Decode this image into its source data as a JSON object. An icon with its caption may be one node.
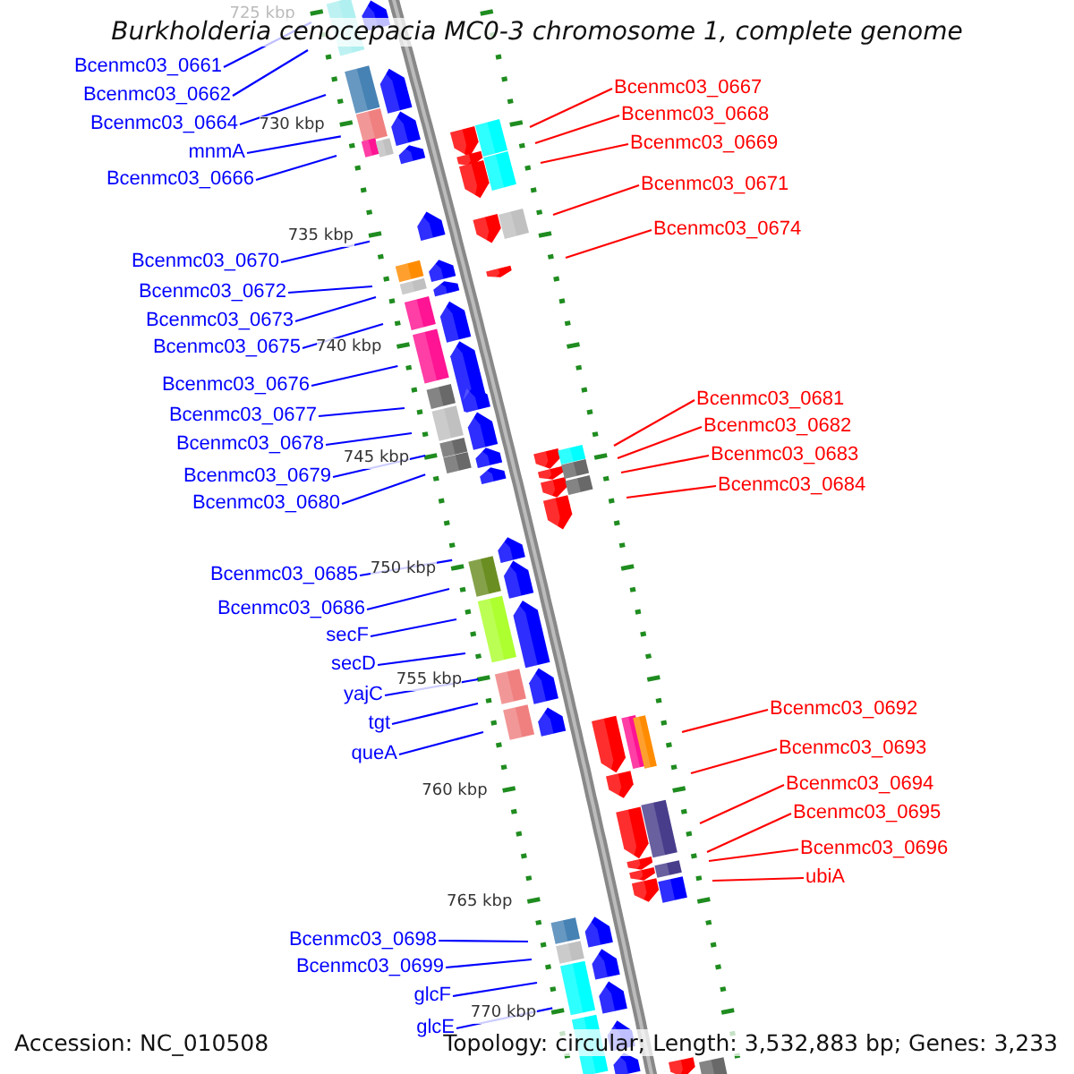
{
  "diagram": {
    "title": "Burkholderia cenocepacia MC0-3 chromosome 1, complete genome",
    "nodes": [
      {
        "text": [
          "Bcenmc03_0661"
        ]
      },
      {
        "text": [
          "Bcenmc03_0662"
        ]
      },
      {
        "text": [
          "Bcenmc03_0664"
        ]
      },
      {
        "text": [
          "mnmA"
        ]
      },
      {
        "text": [
          "Bcenmc03_0666"
        ]
      },
      {
        "text": [
          "Bcenmc03_0670"
        ]
      },
      {
        "text": [
          "Bcenmc03_0672"
        ]
      },
      {
        "text": [
          "Bcenmc03_0673"
        ]
      },
      {
        "text": [
          "Bcenmc03_0675"
        ]
      },
      {
        "text": [
          "Bcenmc03_0676"
        ]
      },
      {
        "text": [
          "Bcenmc03_0677"
        ]
      },
      {
        "text": [
          "Bcenmc03_0678"
        ]
      },
      {
        "text": [
          "Bcenmc03_0679"
        ]
      },
      {
        "text": [
          "Bcenmc03_0680"
        ]
      },
      {
        "text": [
          "Bcenmc03_0685"
        ]
      },
      {
        "text": [
          "Bcenmc03_0686"
        ]
      },
      {
        "text": [
          "secF"
        ]
      },
      {
        "text": [
          "secD"
        ]
      },
      {
        "text": [
          "yajC"
        ]
      },
      {
        "text": [
          "tgt"
        ]
      },
      {
        "text": [
          "queA"
        ]
      },
      {
        "text": [
          "Bcenmc03_0698"
        ]
      },
      {
        "text": [
          "Bcenmc03_0699"
        ]
      },
      {
        "text": [
          "glcF"
        ]
      },
      {
        "text": [
          "glcE"
        ]
      },
      {
        "text": [
          "Bcenmc03_0667"
        ]
      },
      {
        "text": [
          "Bcenmc03_0668"
        ]
      },
      {
        "text": [
          "Bcenmc03_0669"
        ]
      },
      {
        "text": [
          "Bcenmc03_0671"
        ]
      },
      {
        "text": [
          "Bcenmc03_0674"
        ]
      },
      {
        "text": [
          "Bcenmc03_0681"
        ]
      },
      {
        "text": [
          "Bcenmc03_0682"
        ]
      },
      {
        "text": [
          "Bcenmc03_0683"
        ]
      },
      {
        "text": [
          "Bcenmc03_0684"
        ]
      },
      {
        "text": [
          "Bcenmc03_0692"
        ]
      },
      {
        "text": [
          "Bcenmc03_0693"
        ]
      },
      {
        "text": [
          "Bcenmc03_0694"
        ]
      },
      {
        "text": [
          "Bcenmc03_0695"
        ]
      },
      {
        "text": [
          "Bcenmc03_0696"
        ]
      },
      {
        "text": [
          "ubiA"
        ]
      }
    ],
    "edges": [
      {
        "from": 0,
        "to": null,
        "arrow": "none"
      },
      {
        "from": 1,
        "to": null,
        "arrow": "none"
      },
      {
        "from": 2,
        "to": null,
        "arrow": "none"
      },
      {
        "from": 3,
        "to": null,
        "arrow": "none"
      },
      {
        "from": 4,
        "to": null,
        "arrow": "none"
      },
      {
        "from": 5,
        "to": null,
        "arrow": "none"
      },
      {
        "from": 6,
        "to": null,
        "arrow": "none"
      },
      {
        "from": 7,
        "to": null,
        "arrow": "none"
      },
      {
        "from": 8,
        "to": null,
        "arrow": "none"
      },
      {
        "from": 9,
        "to": null,
        "arrow": "none"
      },
      {
        "from": 10,
        "to": null,
        "arrow": "none"
      },
      {
        "from": 11,
        "to": null,
        "arrow": "none"
      },
      {
        "from": 12,
        "to": null,
        "arrow": "none"
      },
      {
        "from": 13,
        "to": null,
        "arrow": "none"
      },
      {
        "from": 14,
        "to": null,
        "arrow": "none"
      },
      {
        "from": 15,
        "to": null,
        "arrow": "none"
      },
      {
        "from": 16,
        "to": null,
        "arrow": "none"
      },
      {
        "from": 17,
        "to": null,
        "arrow": "none"
      },
      {
        "from": 18,
        "to": null,
        "arrow": "none"
      },
      {
        "from": 19,
        "to": null,
        "arrow": "none"
      },
      {
        "from": 20,
        "to": null,
        "arrow": "none"
      },
      {
        "from": 21,
        "to": null,
        "arrow": "none"
      },
      {
        "from": 22,
        "to": null,
        "arrow": "none"
      },
      {
        "from": 23,
        "to": null,
        "arrow": "none"
      },
      {
        "from": 24,
        "to": null,
        "arrow": "none"
      },
      {
        "from": 25,
        "to": null,
        "arrow": "none",
        "color": "#ff0000"
      },
      {
        "from": 26,
        "to": null,
        "arrow": "none",
        "color": "#ff0000"
      },
      {
        "from": 27,
        "to": null,
        "arrow": "none",
        "color": "#ff0000"
      },
      {
        "from": 28,
        "to": null,
        "arrow": "none",
        "color": "#ff0000"
      },
      {
        "from": 29,
        "to": null,
        "arrow": "none",
        "color": "#ff0000"
      },
      {
        "from": 30,
        "to": null,
        "arrow": "none",
        "color": "#ff0000"
      },
      {
        "from": 31,
        "to": null,
        "arrow": "none",
        "color": "#ff0000"
      },
      {
        "from": 32,
        "to": null,
        "arrow": "none",
        "color": "#ff0000"
      },
      {
        "from": 33,
        "to": null,
        "arrow": "none",
        "color": "#ff0000"
      },
      {
        "from": 34,
        "to": null,
        "arrow": "none",
        "color": "#ff0000"
      },
      {
        "from": 35,
        "to": null,
        "arrow": "none",
        "color": "#ff0000"
      },
      {
        "from": 36,
        "to": null,
        "arrow": "none",
        "color": "#ff0000"
      },
      {
        "from": 37,
        "to": null,
        "arrow": "none",
        "color": "#ff0000"
      },
      {
        "from": 38,
        "to": null,
        "arrow": "none",
        "color": "#ff0000"
      },
      {
        "from": 39,
        "to": null,
        "arrow": "none",
        "color": "#ff0000"
      }
    ],
    "labels": [
      "725 kbp",
      "730 kbp",
      "735 kbp",
      "740 kbp",
      "745 kbp",
      "750 kbp",
      "755 kbp",
      "760 kbp",
      "765 kbp",
      "770 kbp",
      "Accession: NC_010508",
      "Topology: circular; Length: 3,532,883 bp; Genes: 3,233"
    ]
  }
}
